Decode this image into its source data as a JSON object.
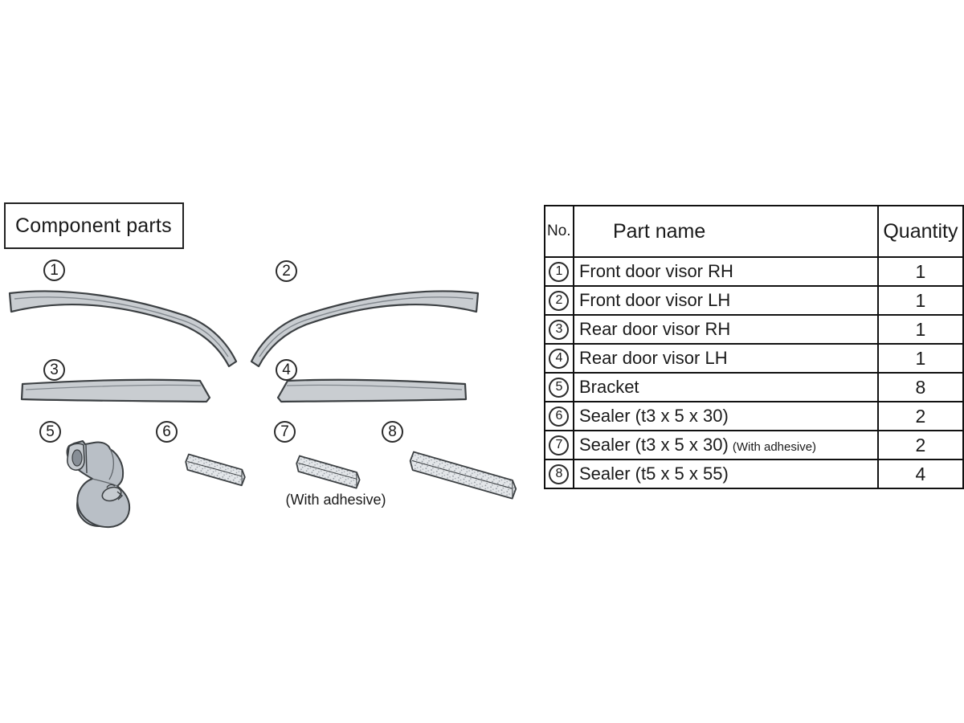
{
  "diagram": {
    "title": "Component parts",
    "adhesive_note": "(With adhesive)",
    "callouts": [
      "1",
      "2",
      "3",
      "4",
      "5",
      "6",
      "7",
      "8"
    ]
  },
  "table": {
    "headers": {
      "no": "No.",
      "part_name": "Part name",
      "quantity": "Quantity"
    },
    "rows": [
      {
        "no": "1",
        "name": "Front door visor RH",
        "note": "",
        "qty": "1"
      },
      {
        "no": "2",
        "name": "Front door visor LH",
        "note": "",
        "qty": "1"
      },
      {
        "no": "3",
        "name": "Rear door visor RH",
        "note": "",
        "qty": "1"
      },
      {
        "no": "4",
        "name": "Rear door visor LH",
        "note": "",
        "qty": "1"
      },
      {
        "no": "5",
        "name": "Bracket",
        "note": "",
        "qty": "8"
      },
      {
        "no": "6",
        "name": "Sealer (t3 x 5 x 30)",
        "note": "",
        "qty": "2"
      },
      {
        "no": "7",
        "name": "Sealer (t3 x 5 x 30)",
        "note": "(With adhesive)",
        "qty": "2"
      },
      {
        "no": "8",
        "name": "Sealer (t5 x 5 x 55)",
        "note": "",
        "qty": "4"
      }
    ]
  },
  "colors": {
    "part_fill": "#c9cdd1",
    "bracket_fill": "#b9bfc6",
    "sealer_fill": "#e3e6e9",
    "outline": "#3c4043",
    "table_border": "#111111",
    "text": "#1a1a1a",
    "background": "#ffffff"
  }
}
